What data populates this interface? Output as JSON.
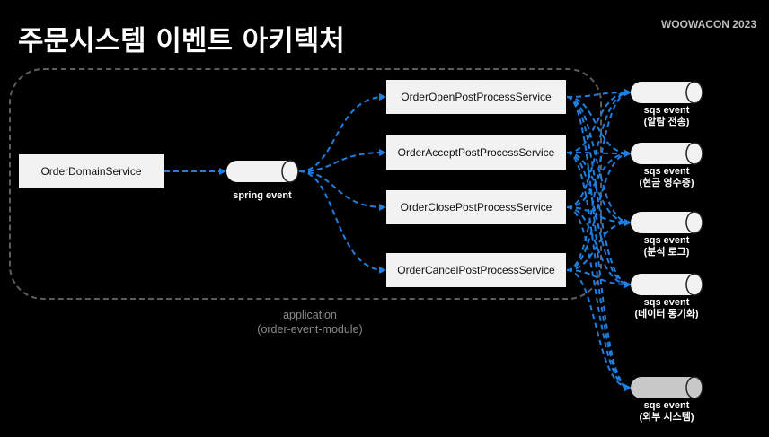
{
  "title": "주문시스템 이벤트 아키텍처",
  "brand": "WOOWACON 2023",
  "region": {
    "line1": "application",
    "line2": "(order-event-module)"
  },
  "domain_service": "OrderDomainService",
  "spring_event": "spring event",
  "services": [
    "OrderOpenPostProcessService",
    "OrderAcceptPostProcessService",
    "OrderClosePostProcessService",
    "OrderCancelPostProcessService"
  ],
  "sqs_events": [
    {
      "name": "sqs event",
      "desc": "(알람 전송)"
    },
    {
      "name": "sqs event",
      "desc": "(현금 영수증)"
    },
    {
      "name": "sqs event",
      "desc": "(분석 로그)"
    },
    {
      "name": "sqs event",
      "desc": "(데이터 동기화)"
    },
    {
      "name": "sqs event",
      "desc": "(외부 시스템)"
    }
  ],
  "colors": {
    "arrow": "#1f7fe0",
    "box": "#f2f2f2",
    "region_border": "#5d5d5d",
    "sqs_external": "#c8c8c8"
  }
}
